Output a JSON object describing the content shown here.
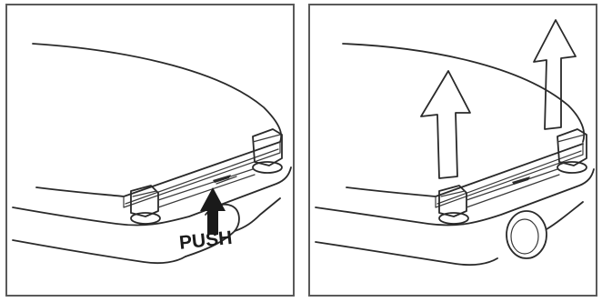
{
  "figure": {
    "left_panel": {
      "push_label": "PUSH",
      "arrow_direction": "up"
    },
    "right_panel": {
      "arrows": [
        "up",
        "up"
      ]
    },
    "colors": {
      "line": "#2a2a2a",
      "border": "#5a5a5a",
      "fill": "#ffffff",
      "shadow": "#1a1a1a"
    }
  }
}
